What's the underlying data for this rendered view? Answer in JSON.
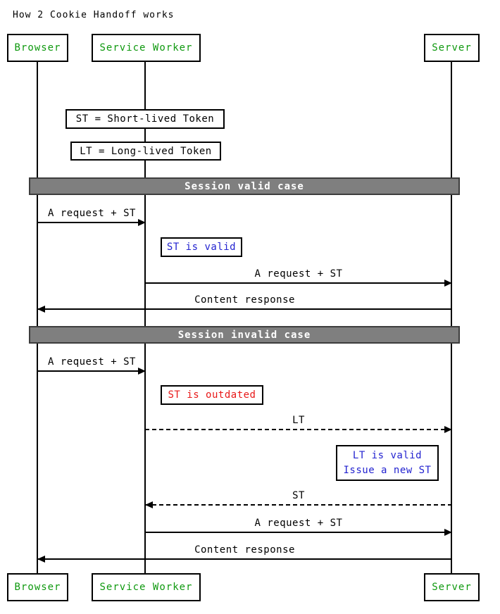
{
  "title": "How 2 Cookie Handoff works",
  "actors": [
    {
      "label": "Browser"
    },
    {
      "label": "Service Worker"
    },
    {
      "label": "Server"
    }
  ],
  "legend_notes": [
    {
      "text": "ST = Short-lived Token"
    },
    {
      "text": "LT = Long-lived Token"
    }
  ],
  "sections": [
    {
      "label": "Session valid case"
    },
    {
      "label": "Session invalid case"
    }
  ],
  "status_notes": {
    "st_valid": {
      "text": "ST is valid",
      "color": "#2323d0"
    },
    "st_outdated": {
      "text": "ST is outdated",
      "color": "#e81818"
    },
    "lt_valid": {
      "line1": "LT is valid",
      "line2": "Issue a new ST",
      "color": "#2323d0"
    }
  },
  "messages": [
    {
      "label": "A request + ST",
      "from": "Browser",
      "to": "Service Worker",
      "style": "solid"
    },
    {
      "label": "A request + ST",
      "from": "Service Worker",
      "to": "Server",
      "style": "solid"
    },
    {
      "label": "Content response",
      "from": "Server",
      "to": "Browser",
      "style": "solid"
    },
    {
      "label": "A request + ST",
      "from": "Browser",
      "to": "Service Worker",
      "style": "solid"
    },
    {
      "label": "LT",
      "from": "Service Worker",
      "to": "Server",
      "style": "dashed"
    },
    {
      "label": "ST",
      "from": "Server",
      "to": "Service Worker",
      "style": "dashed"
    },
    {
      "label": "A request + ST",
      "from": "Service Worker",
      "to": "Server",
      "style": "solid"
    },
    {
      "label": "Content response",
      "from": "Server",
      "to": "Browser",
      "style": "solid"
    }
  ],
  "colors": {
    "actor_text": "#0f990f",
    "note_blue": "#2323d0",
    "note_red": "#e81818",
    "bar_fill": "#7f7f7f",
    "bar_border": "#3d3d3d",
    "line": "#000000"
  }
}
